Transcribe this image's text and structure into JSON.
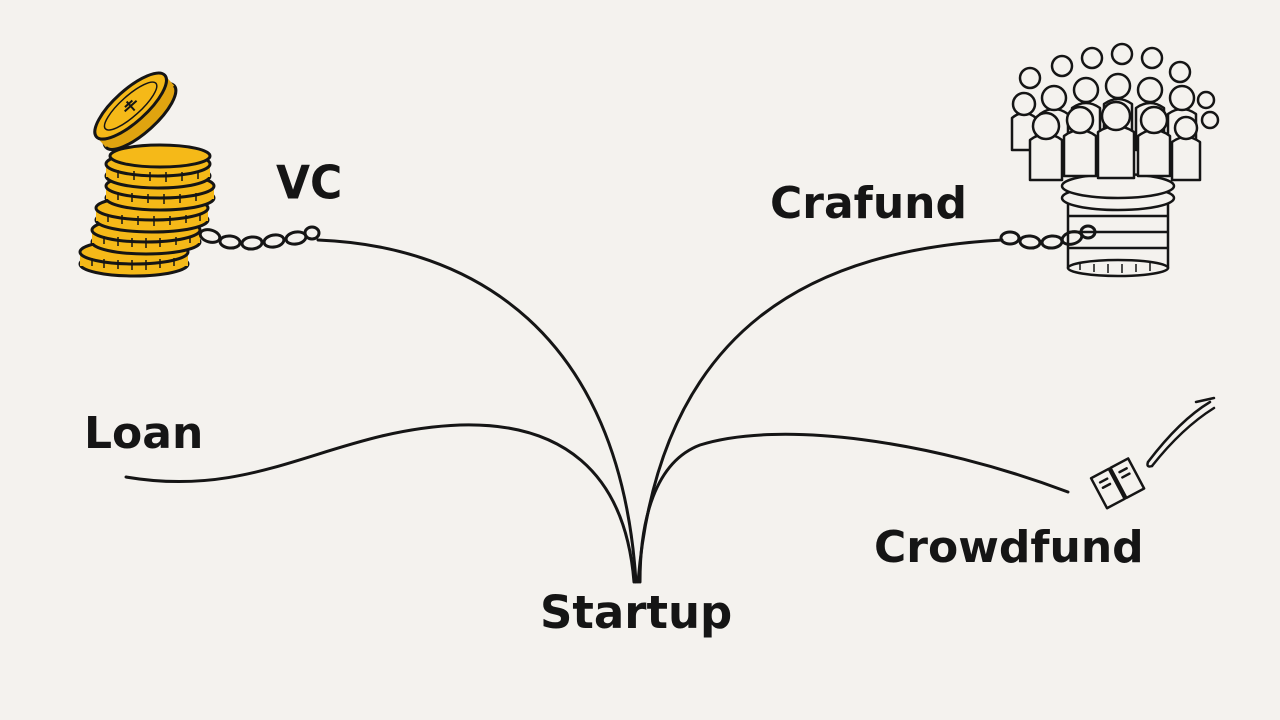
{
  "labels": {
    "vc": "VC",
    "crafund": "Crafund",
    "loan": "Loan",
    "crowdfund": "Crowdfund",
    "startup": "Startup"
  },
  "icons": {
    "vc": "coin-stack-icon",
    "crafund": "crowd-on-coin-stack-icon",
    "crowdfund": "banknote-with-pen-icon"
  },
  "colors": {
    "background": "#f4f2ee",
    "coin_gold": "#f5b918",
    "ink": "#151515"
  }
}
